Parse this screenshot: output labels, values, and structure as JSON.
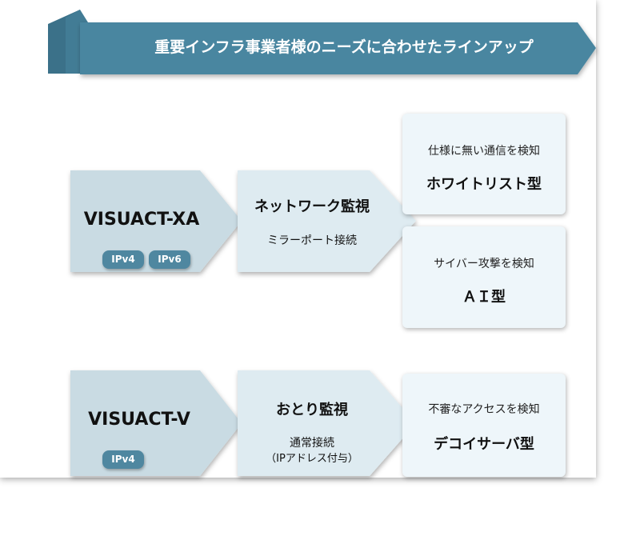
{
  "header": {
    "title": "重要インフラ事業者様のニーズに合わせたラインアップ"
  },
  "colors": {
    "banner": "#4a86a0",
    "product": "#c9dbe3",
    "method": "#deebf1",
    "result": "#eef6fa",
    "badge": "#4f87a0"
  },
  "rows": [
    {
      "product": "VISUACT-XA",
      "badges": [
        "IPv4",
        "IPv6"
      ],
      "method": {
        "title": "ネットワーク監視",
        "sub": "ミラーポート接続"
      },
      "results": [
        {
          "sub": "仕様に無い通信を検知",
          "title": "ホワイトリスト型"
        },
        {
          "sub": "サイバー攻撃を検知",
          "title": "ＡＩ型"
        }
      ]
    },
    {
      "product": "VISUACT-V",
      "badges": [
        "IPv4"
      ],
      "method": {
        "title": "おとり監視",
        "sub": "通常接続",
        "note": "（IPアドレス付与）"
      },
      "results": [
        {
          "sub": "不審なアクセスを検知",
          "title": "デコイサーバ型"
        }
      ]
    }
  ]
}
